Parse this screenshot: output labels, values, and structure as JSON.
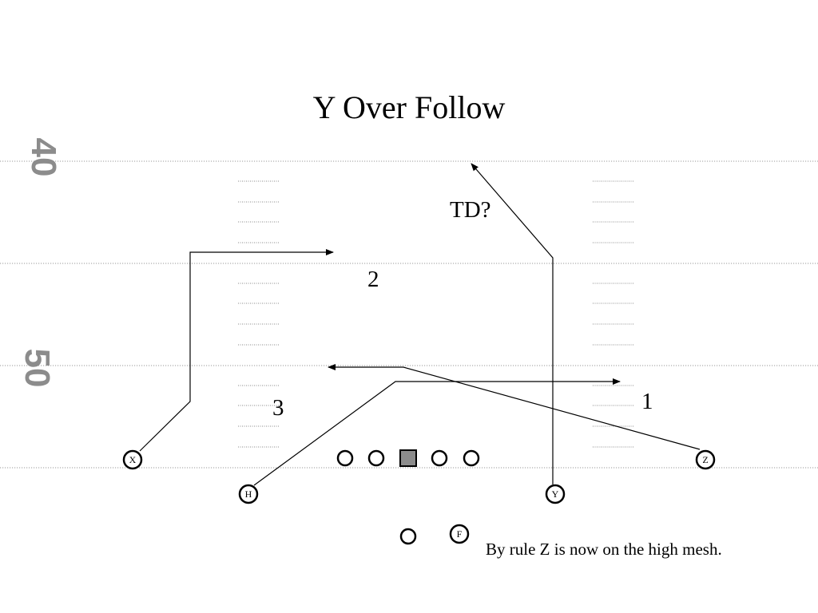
{
  "title": "Y Over Follow",
  "yard_numbers": {
    "forty": "40",
    "fifty": "50"
  },
  "route_labels": {
    "td": "TD?",
    "one": "1",
    "two": "2",
    "three": "3"
  },
  "players": {
    "x": "X",
    "h": "H",
    "y": "Y",
    "z": "Z",
    "f": "F"
  },
  "note": "By rule Z is now on the high mesh.",
  "colors": {
    "yard_line": "#9a9a9a",
    "center_fill": "#8c8c8c",
    "yard_number": "#8c8c8c"
  }
}
